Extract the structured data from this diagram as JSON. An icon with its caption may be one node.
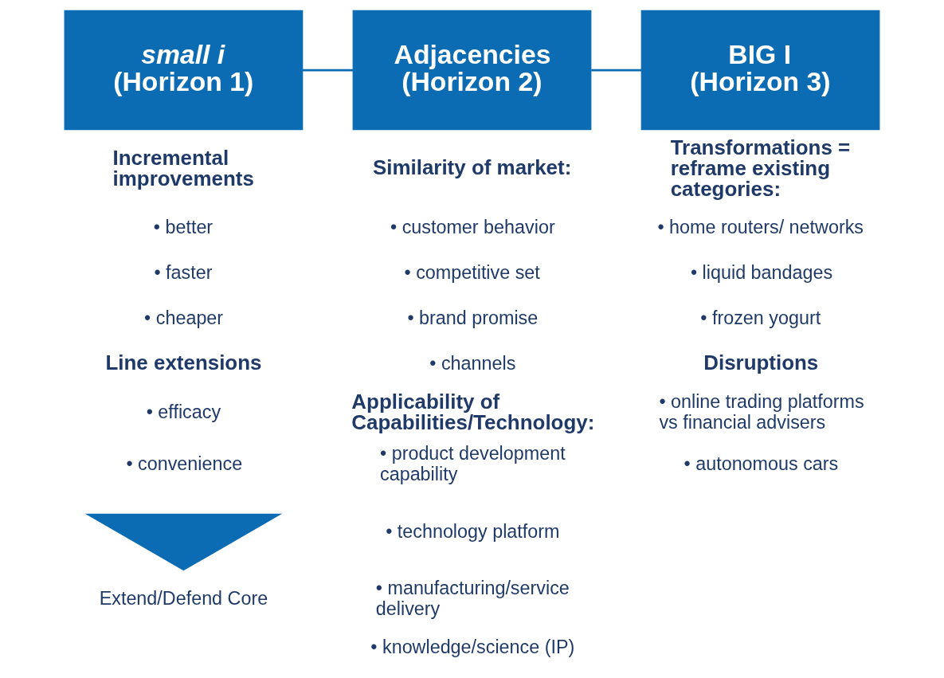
{
  "diagram": {
    "nodes": [
      {
        "text": [
          "small i",
          "(Horizon 1)"
        ]
      },
      {
        "text": [
          "Adjacencies",
          "(Horizon 2)"
        ]
      },
      {
        "text": [
          "BIG I",
          "(Horizon 3)"
        ]
      },
      {
        "text": [],
        "shape": "triangle",
        "beside": [
          "Extend/Defend Core"
        ]
      }
    ],
    "edges": [
      {
        "from": 0,
        "to": 1,
        "arrow": "none"
      },
      {
        "from": 1,
        "to": 2,
        "arrow": "none"
      }
    ],
    "labels": [
      "Incremental improvements",
      "• better",
      "• faster",
      "• cheaper",
      "Line extensions",
      "• efficacy",
      "• convenience",
      "Similarity of market:",
      "• customer behavior",
      "• competitive set",
      "• brand promise",
      "• channels",
      "Applicability of Capabilities/Technology:",
      "• product development capability",
      "• technology platform",
      "• manufacturing/service delivery",
      "• knowledge/science (IP)",
      "Transformations = reframe existing categories:",
      "• home routers/ networks",
      "• liquid bandages",
      "• frozen yogurt",
      "Disruptions",
      "• online trading platforms vs financial advisers",
      "• autonomous cars"
    ]
  }
}
